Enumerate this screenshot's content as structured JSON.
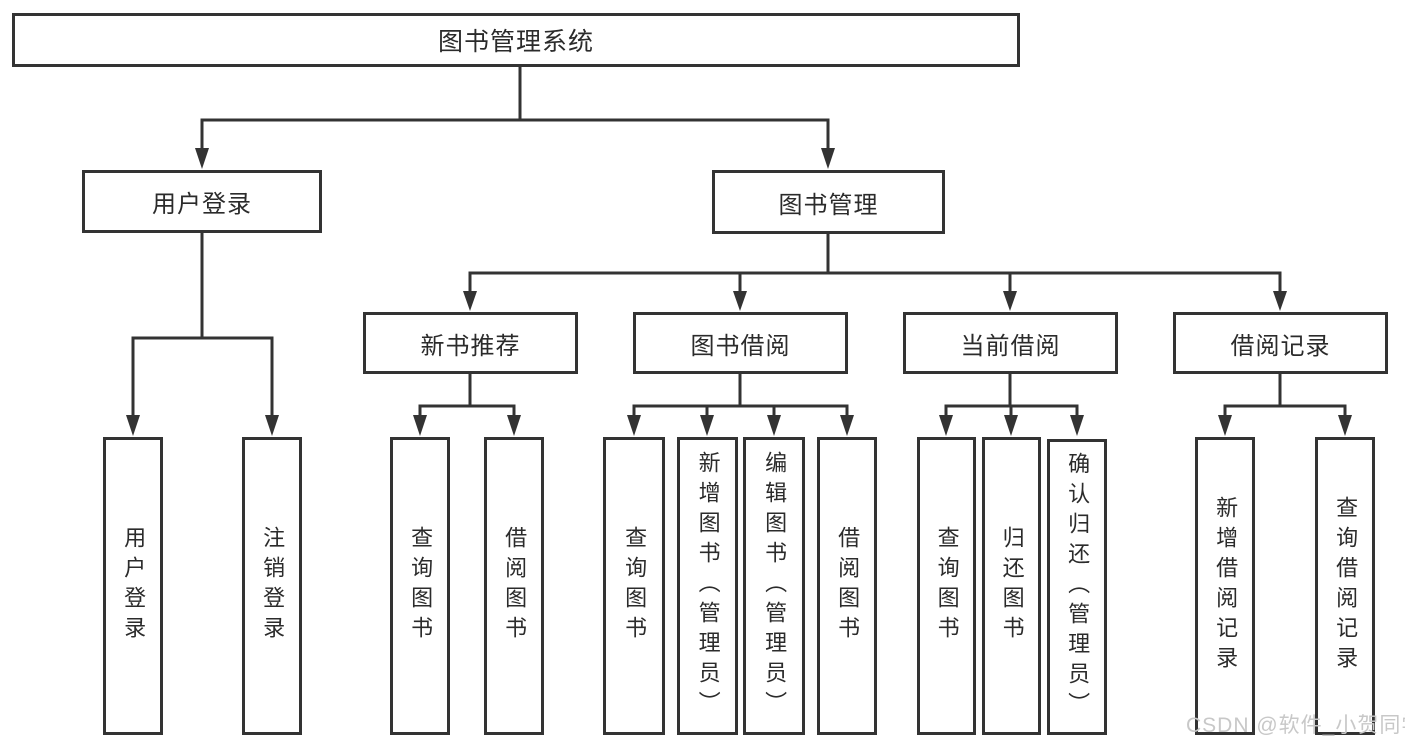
{
  "diagram": {
    "title_node": {
      "label": "图书管理系统"
    },
    "level2": [
      {
        "label": "用户登录"
      },
      {
        "label": "图书管理"
      }
    ],
    "level3": [
      {
        "label": "新书推荐"
      },
      {
        "label": "图书借阅"
      },
      {
        "label": "当前借阅"
      },
      {
        "label": "借阅记录"
      }
    ],
    "leaves": [
      {
        "label": "用户登录"
      },
      {
        "label": "注销登录"
      },
      {
        "label": "查询图书"
      },
      {
        "label": "借阅图书"
      },
      {
        "label": "查询图书"
      },
      {
        "label": "新增图书（管理员）"
      },
      {
        "label": "编辑图书（管理员）"
      },
      {
        "label": "借阅图书"
      },
      {
        "label": "查询图书"
      },
      {
        "label": "归还图书"
      },
      {
        "label": "确认归还（管理员）"
      },
      {
        "label": "新增借阅记录"
      },
      {
        "label": "查询借阅记录"
      }
    ]
  },
  "watermark": {
    "text": "CSDN @软件_小贺同学"
  },
  "colors": {
    "line": "#333333",
    "text": "#2b2b2b",
    "watermark": "#c8c8c8",
    "background": "#ffffff"
  }
}
